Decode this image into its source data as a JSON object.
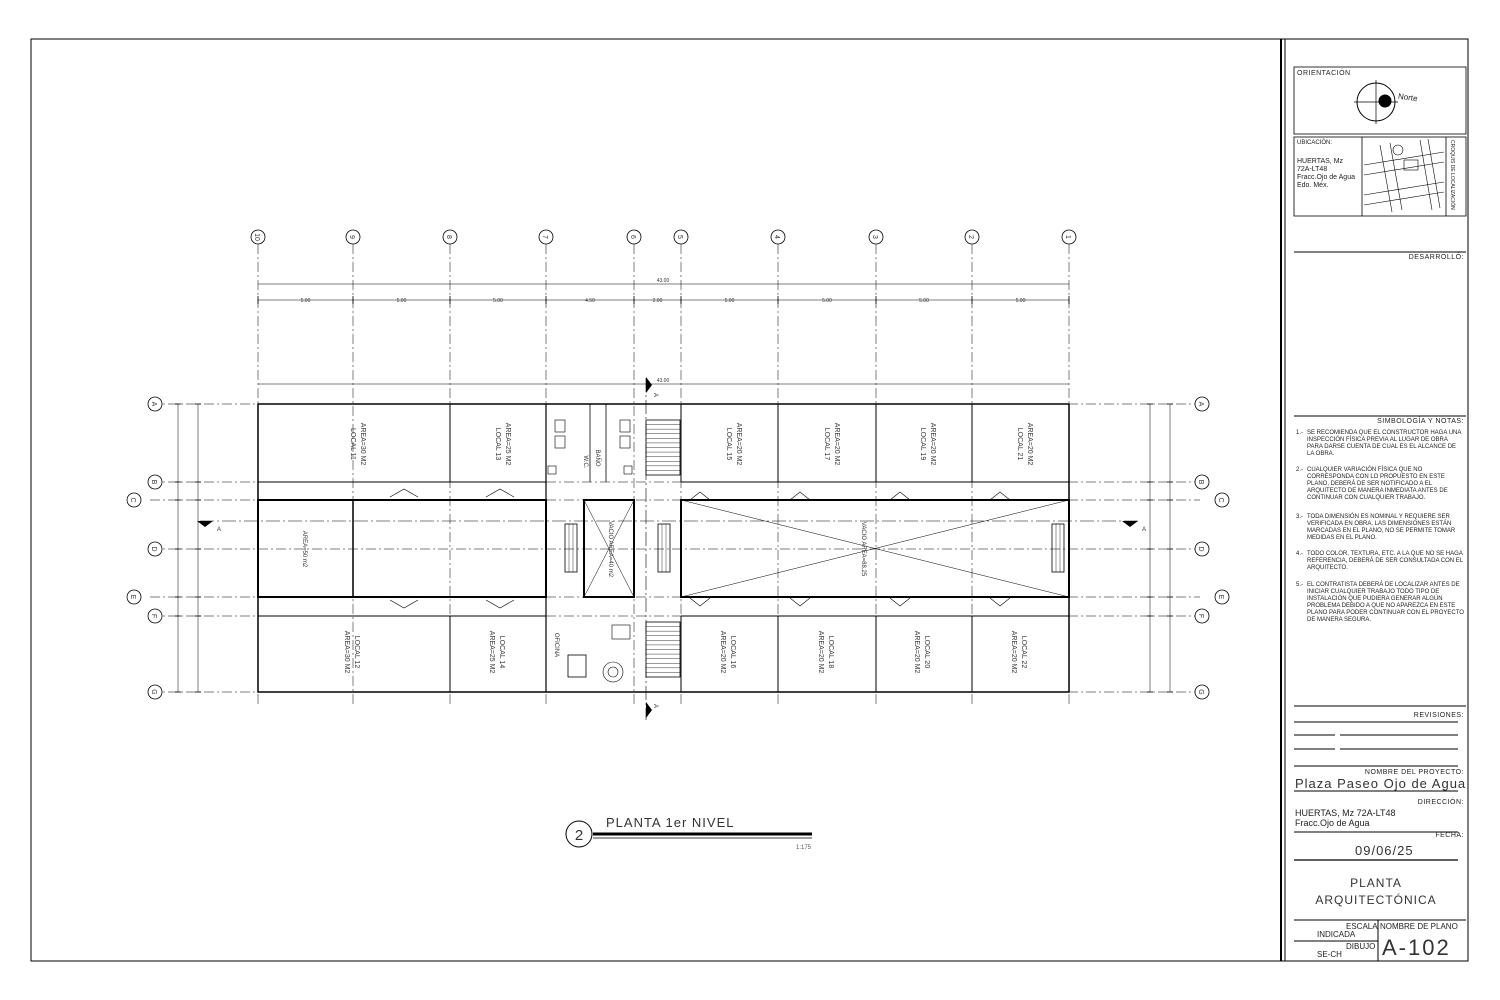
{
  "grid_top": [
    "10",
    "9",
    "8",
    "7",
    "6",
    "5",
    "4",
    "3",
    "2",
    "1"
  ],
  "grid_side": [
    "A",
    "B",
    "C",
    "D",
    "E",
    "F",
    "G"
  ],
  "dims": {
    "total_top": "43.00",
    "segments": [
      "5.00",
      "5.00",
      "5.00",
      "4.50",
      "2.00",
      "5.00",
      "5.00",
      "5.00",
      "5.00"
    ],
    "total_bottom": "43.00"
  },
  "rooms_top": [
    {
      "name": "LOCAL 11",
      "area": "AREA=30 M2"
    },
    {
      "name": "LOCAL 13",
      "area": "AREA=25 M2"
    },
    {
      "name": "LOCAL 15",
      "area": "AREA=20 M2"
    },
    {
      "name": "LOCAL 17",
      "area": "AREA=20 M2"
    },
    {
      "name": "LOCAL 19",
      "area": "AREA=20 M2"
    },
    {
      "name": "LOCAL 21",
      "area": "AREA=20 M2"
    }
  ],
  "rooms_bottom": [
    {
      "name": "LOCAL 12",
      "area": "AREA=30 M2"
    },
    {
      "name": "LOCAL 14",
      "area": "AREA=25 M2"
    },
    {
      "name": "LOCAL 16",
      "area": "AREA=20 M2"
    },
    {
      "name": "LOCAL 18",
      "area": "AREA=20 M2"
    },
    {
      "name": "LOCAL 20",
      "area": "AREA=20 M2"
    },
    {
      "name": "LOCAL 22",
      "area": "AREA=20 M2"
    }
  ],
  "labels": {
    "wc": "W.C.",
    "bano": "BAÑO",
    "oficina": "OFICINA",
    "vacio_small": "VACIO AREA=40 m2",
    "vacio_large": "VACIO AREA=88.25",
    "area_left": "AREA=50 m2",
    "cut": "A"
  },
  "drawing_title": {
    "number": "2",
    "title": "PLANTA 1er  NIVEL",
    "scale": "1:175"
  },
  "title_block": {
    "orientacion": "ORIENTACIÓN",
    "norte": "Norte",
    "ubicacion_label": "UBICACIÓN:",
    "ubicacion_lines": [
      "HUERTAS, Mz",
      "72A-LT48",
      "Fracc.Ojo de Agua",
      "Edo. Méx."
    ],
    "croquis": "CROQUIS DE LOCALIZACIÓN",
    "desarrollo": "DESARROLLÓ:",
    "simbologia": "SIMBOLOGÍA  Y  NOTAS:",
    "notes": [
      {
        "n": "1.-",
        "t": "SE RECOMIENDA QUE EL CONSTRUCTOR HAGA UNA INSPECCIÓN FÍSICA PREVIA AL LUGAR DE OBRA PARA DARSE CUENTA DE CUAL ES EL ALCANCE DE LA OBRA."
      },
      {
        "n": "2.-",
        "t": "CUALQUIER VARIACIÓN FÍSICA QUE NO CORRESPONDA CON LO PROPUESTO EN ESTE PLANO, DEBERÁ DE SER NOTIFICADO A EL ARQUITECTO DE MANERA INMEDIATA ANTES DE CONTINUAR CON CUALQUIER TRABAJO."
      },
      {
        "n": "3.-",
        "t": "TODA DIMENSIÓN ES NOMINAL Y REQUIERE SER VERIFICADA EN OBRA. LAS DIMENSIONES ESTÁN MARCADAS EN EL PLANO, NO SE PERMITE TOMAR MEDIDAS EN EL PLANO."
      },
      {
        "n": "4.-",
        "t": "TODO COLOR, TEXTURA, ETC. A LA QUE NO SE HAGA REFERENCIA, DEBERÁ DE SER CONSULTADA CON EL ARQUITECTO."
      },
      {
        "n": "5.-",
        "t": "EL CONTRATISTA DEBERÁ DE LOCALIZAR ANTES DE INICIAR CUALQUIER TRABAJO TODO TIPO DE INSTALACIÓN QUE PUDIERA GENERAR ALGÚN PROBLEMA DEBIDO A QUE NO APAREZCA EN ESTE PLANO PARA PODER CONTINUAR CON EL PROYECTO DE MANERA SEGURA."
      }
    ],
    "revisiones": "REVISIONES:",
    "nombre_proyecto_label": "NOMBRE DEL PROYECTO:",
    "nombre_proyecto": "Plaza Paseo Ojo de Agua",
    "direccion_label": "DIRECCIÓN:",
    "direccion_lines": [
      "HUERTAS, Mz 72A-LT48",
      "Fracc.Ojo de Agua"
    ],
    "fecha_label": "FECHA:",
    "fecha": "09/06/25",
    "plano_title_lines": [
      "PLANTA",
      "ARQUITECTÓNICA"
    ],
    "escala_label": "ESCALA",
    "escala": "INDICADA",
    "nombre_plano_label": "NOMBRE DE PLANO",
    "dibujo_label": "DIBUJO",
    "dibujo": "SE-CH",
    "sheet": "A-102"
  }
}
